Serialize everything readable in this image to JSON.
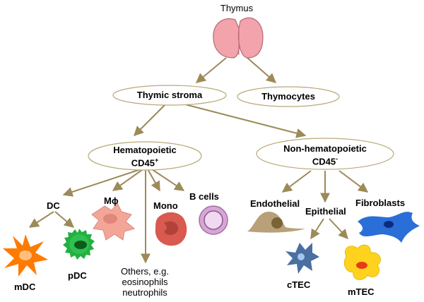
{
  "title": "Thymus",
  "nodes": {
    "stroma": "Thymic stroma",
    "thymocytes": "Thymocytes",
    "hematopoietic_line1": "Hematopoietic",
    "hematopoietic_line2": "CD45",
    "hematopoietic_sup": "+",
    "nonhematopoietic_line1": "Non-hematopoietic",
    "nonhematopoietic_line2": "CD45",
    "nonhematopoietic_sup": "-"
  },
  "cells": {
    "dc": "DC",
    "mdc": "mDC",
    "pdc": "pDC",
    "macrophage": "Mϕ",
    "mono": "Mono",
    "bcells": "B cells",
    "others_line1": "Others, e.g.",
    "others_line2": "eosinophils",
    "others_line3": "neutrophils",
    "endothelial": "Endothelial",
    "epithelial": "Epithelial",
    "fibroblasts": "Fibroblasts",
    "ctec": "cTEC",
    "mtec": "mTEC"
  },
  "colors": {
    "arrow": "#9c8a58",
    "ellipse_stroke": "#b8a878",
    "thymus": "#f0a0a8",
    "mdc": "#ff7a00",
    "pdc": "#22b040",
    "macrophage": "#f0a090",
    "mono": "#d85a50",
    "bcell": "#c890c8",
    "endothelial": "#b8a078",
    "fibroblast": "#2a6ed8",
    "ctec": "#4a6fa0",
    "mtec": "#ffd21e"
  }
}
